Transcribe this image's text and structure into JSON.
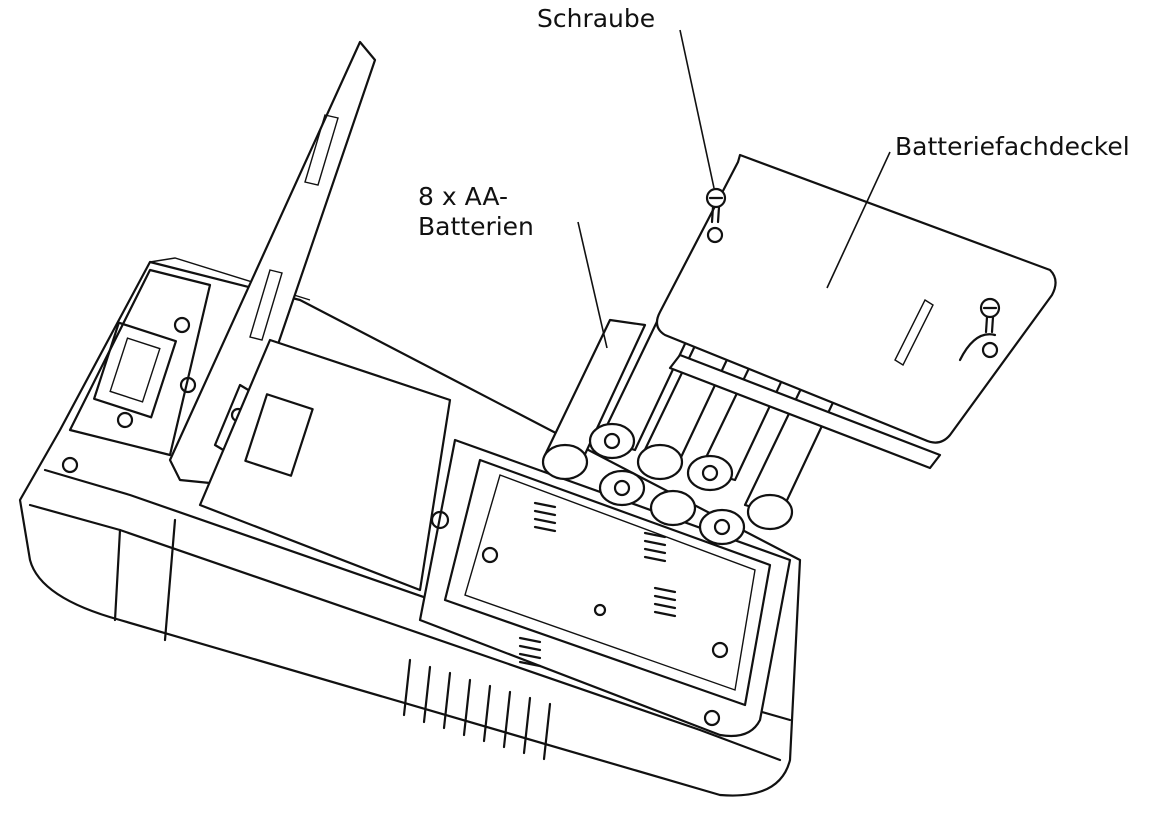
{
  "labels": {
    "screw": "Schraube",
    "cover": "Batteriefachdeckel",
    "batteries_line1": "8 x AA-",
    "batteries_line2": "Batterien"
  }
}
